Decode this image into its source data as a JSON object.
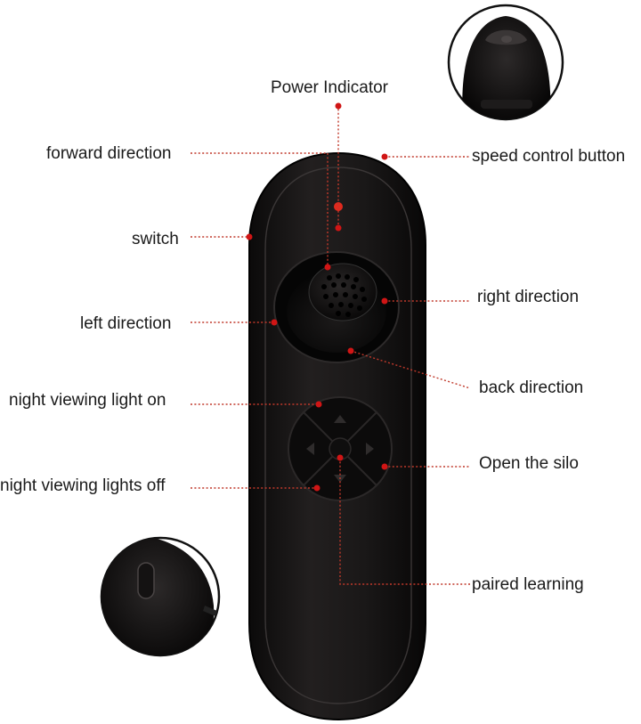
{
  "callouts": {
    "power_indicator": "Power Indicator",
    "forward_direction": "forward direction",
    "speed_control_button": "speed control button",
    "switch": "switch",
    "right_direction": "right direction",
    "left_direction": "left direction",
    "back_direction": "back direction",
    "night_light_on": "night viewing light on",
    "open_silo": "Open the silo",
    "night_lights_off": "night viewing lights off",
    "paired_learning": "paired learning"
  },
  "colors": {
    "leader_line": "#c0392b",
    "marker_dot": "#d01515",
    "remote_body": "#151313",
    "indicator_led": "#e02a1e"
  },
  "icons": {
    "top_inset": "remote-top-end-closeup",
    "bottom_inset": "remote-side-switch-closeup"
  }
}
